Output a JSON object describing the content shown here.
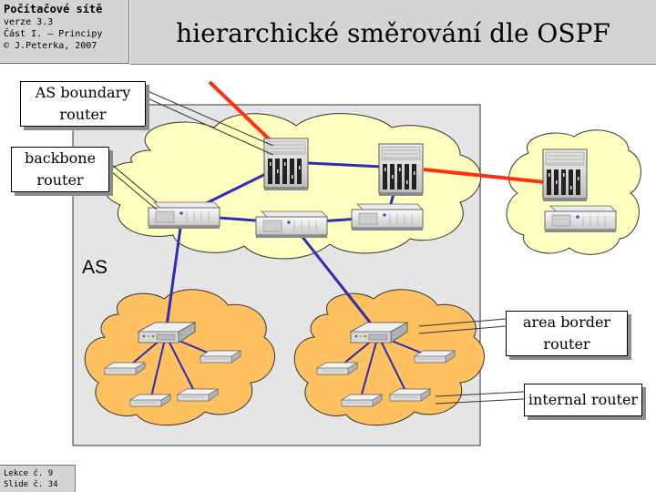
{
  "header": {
    "course": "Počítačové sítě",
    "version": "verze 3.3",
    "part": "Část I. – Principy",
    "copyright": "© J.Peterka, 2007"
  },
  "title": "hierarchické směrování  dle OSPF",
  "footer": {
    "lesson": "Lekce č. 9",
    "slide": "Slide č. 34"
  },
  "labels": {
    "as": "AS",
    "as_boundary_line1": "AS boundary",
    "as_boundary_line2": "router",
    "backbone_line1": "backbone",
    "backbone_line2": "router",
    "area_border_line1": "area border",
    "area_border_line2": "router",
    "internal_router": "internal router"
  },
  "colors": {
    "slide_band": "#d4d4d4",
    "as_region": "#e5e5e5",
    "backbone_cloud": "#ffffc0",
    "area_cloud": "#ffc060",
    "internal_link": "#2c2cb8",
    "external_link": "#ff3010"
  },
  "icons": {
    "boundary_router": "rack-router-icon",
    "backbone_router": "desktop-router-icon",
    "area_border_router": "hub-router-icon",
    "internal_router": "small-router-icon"
  }
}
